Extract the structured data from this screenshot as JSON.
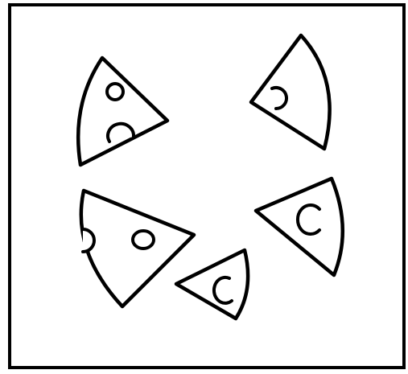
{
  "figure": {
    "stroke_color": "#000000",
    "background_color": "#ffffff",
    "pieces": [
      {
        "name": "cheese-wedge-top-left",
        "holes": 2
      },
      {
        "name": "cheese-wedge-top-right",
        "holes": 1
      },
      {
        "name": "cheese-wedge-middle-left",
        "holes": 2
      },
      {
        "name": "cheese-wedge-middle-right",
        "holes": 1
      },
      {
        "name": "cheese-wedge-bottom-center",
        "holes": 1
      }
    ]
  }
}
